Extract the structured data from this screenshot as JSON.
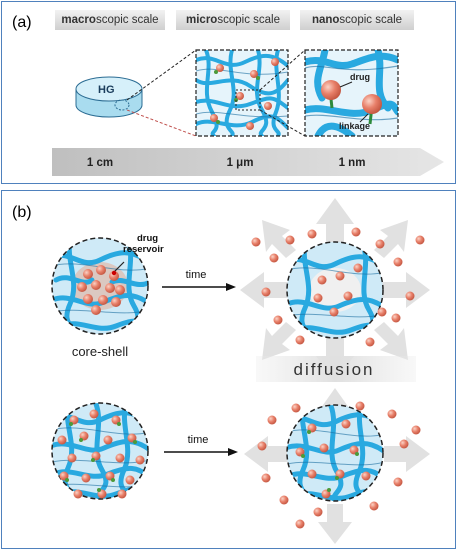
{
  "panel_a": {
    "letter": "(a)",
    "headers": [
      {
        "bold": "macro",
        "rest": "scopic scale"
      },
      {
        "bold": "micro",
        "rest": "scopic scale"
      },
      {
        "bold": "nano",
        "rest": "scopic scale"
      }
    ],
    "hg_label": "HG",
    "drug_label": "drug",
    "linkage_label": "linkage",
    "axis_ticks": [
      "1 cm",
      "1 μm",
      "1 nm"
    ]
  },
  "panel_b": {
    "letter": "(b)",
    "reservoir_label_1": "drug",
    "reservoir_label_2": "reservoir",
    "time_label_top": "time",
    "time_label_bottom": "time",
    "core_shell_label": "core-shell",
    "diffusion_label": "diffusion"
  },
  "colors": {
    "frame": "#4f81bd",
    "polymer": "#29a9e0",
    "gel_fill": "#cfeaf7",
    "drug_red": "#e8806a",
    "drug_green": "#7dbb5a",
    "arrow_gray": "#d9d9d9"
  }
}
